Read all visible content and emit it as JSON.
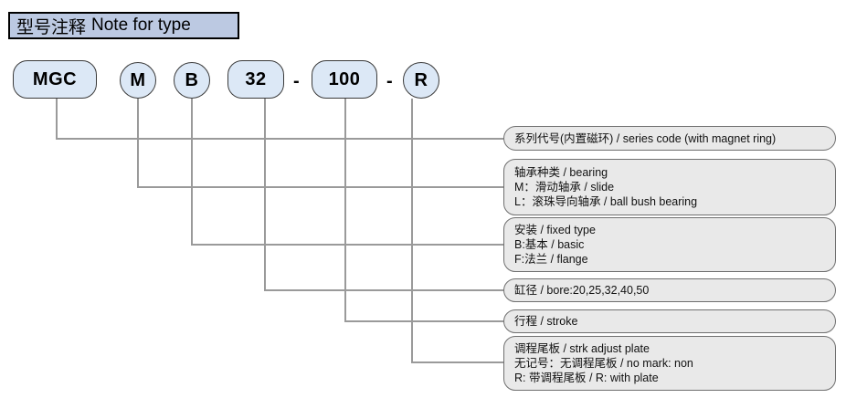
{
  "title": {
    "cn": "型号注释",
    "en": "Note for type"
  },
  "model_code": {
    "tokens": [
      {
        "label": "MGC",
        "shape": "pill"
      },
      {
        "label": "M",
        "shape": "circle"
      },
      {
        "label": "B",
        "shape": "circle"
      },
      {
        "label": "32",
        "shape": "pill"
      },
      {
        "label": "100",
        "shape": "pill"
      },
      {
        "label": "R",
        "shape": "circle"
      }
    ],
    "separator": "-"
  },
  "descriptions": [
    {
      "key": "series-code",
      "lines": [
        "系列代号(内置磁环) / series code (with magnet ring)"
      ]
    },
    {
      "key": "bearing",
      "lines": [
        "轴承种类 / bearing",
        "M：滑动轴承 / slide",
        "L：滚珠导向轴承 / ball bush bearing"
      ]
    },
    {
      "key": "fixed-type",
      "lines": [
        "安装 / fixed type",
        "B:基本 / basic",
        "F:法兰 / flange"
      ]
    },
    {
      "key": "bore",
      "lines": [
        "缸径 / bore:20,25,32,40,50"
      ]
    },
    {
      "key": "stroke",
      "lines": [
        "行程 / stroke"
      ]
    },
    {
      "key": "strk-adjust-plate",
      "lines": [
        "调程尾板 / strk adjust plate",
        "无记号：无调程尾板 / no mark: non",
        "R: 带调程尾板 / R: with plate"
      ]
    }
  ],
  "colors": {
    "title_fill": "#bcc9e2",
    "token_fill": "#dce8f6",
    "desc_fill": "#e9e9e9",
    "line": "#9a9a9a"
  }
}
